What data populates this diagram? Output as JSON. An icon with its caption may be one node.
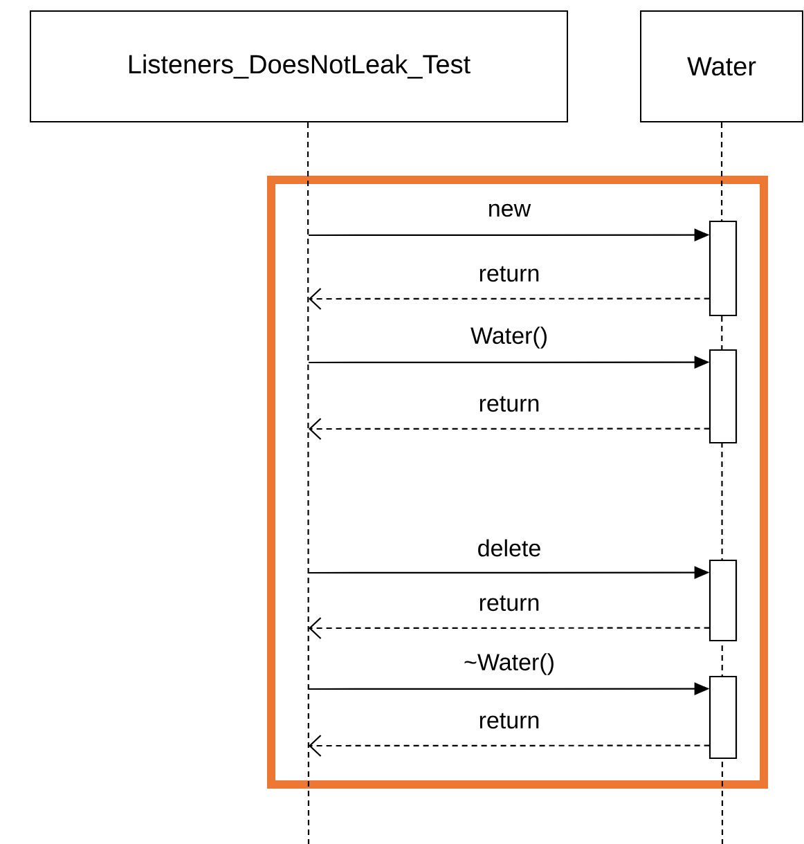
{
  "diagram": {
    "nodes": [
      {
        "text": [
          "Listeners_DoesNotLeak_Test"
        ]
      },
      {
        "text": [
          "Water"
        ]
      },
      {
        "text": [],
        "shape": "box"
      },
      {
        "text": [],
        "shape": "box"
      },
      {
        "text": [],
        "shape": "box"
      },
      {
        "text": [],
        "shape": "box"
      }
    ],
    "edges": [
      {
        "from": 0,
        "to": null,
        "arrow": "none",
        "style": "dashed"
      },
      {
        "from": 1,
        "to": null,
        "arrow": "none",
        "style": "dashed"
      },
      {
        "from": null,
        "to": 2,
        "arrow": "to",
        "label": "new"
      },
      {
        "from": 2,
        "to": null,
        "arrow": "to",
        "label": "return",
        "style": "dashed"
      },
      {
        "from": null,
        "to": 3,
        "arrow": "to",
        "label": "Water()"
      },
      {
        "from": 3,
        "to": null,
        "arrow": "to",
        "label": "return",
        "style": "dashed"
      },
      {
        "from": null,
        "to": 4,
        "arrow": "to",
        "label": "delete"
      },
      {
        "from": 4,
        "to": null,
        "arrow": "to",
        "label": "return",
        "style": "dashed"
      },
      {
        "from": null,
        "to": 5,
        "arrow": "to",
        "label": "~Water()"
      },
      {
        "from": 5,
        "to": null,
        "arrow": "to",
        "label": "return",
        "style": "dashed"
      }
    ]
  }
}
